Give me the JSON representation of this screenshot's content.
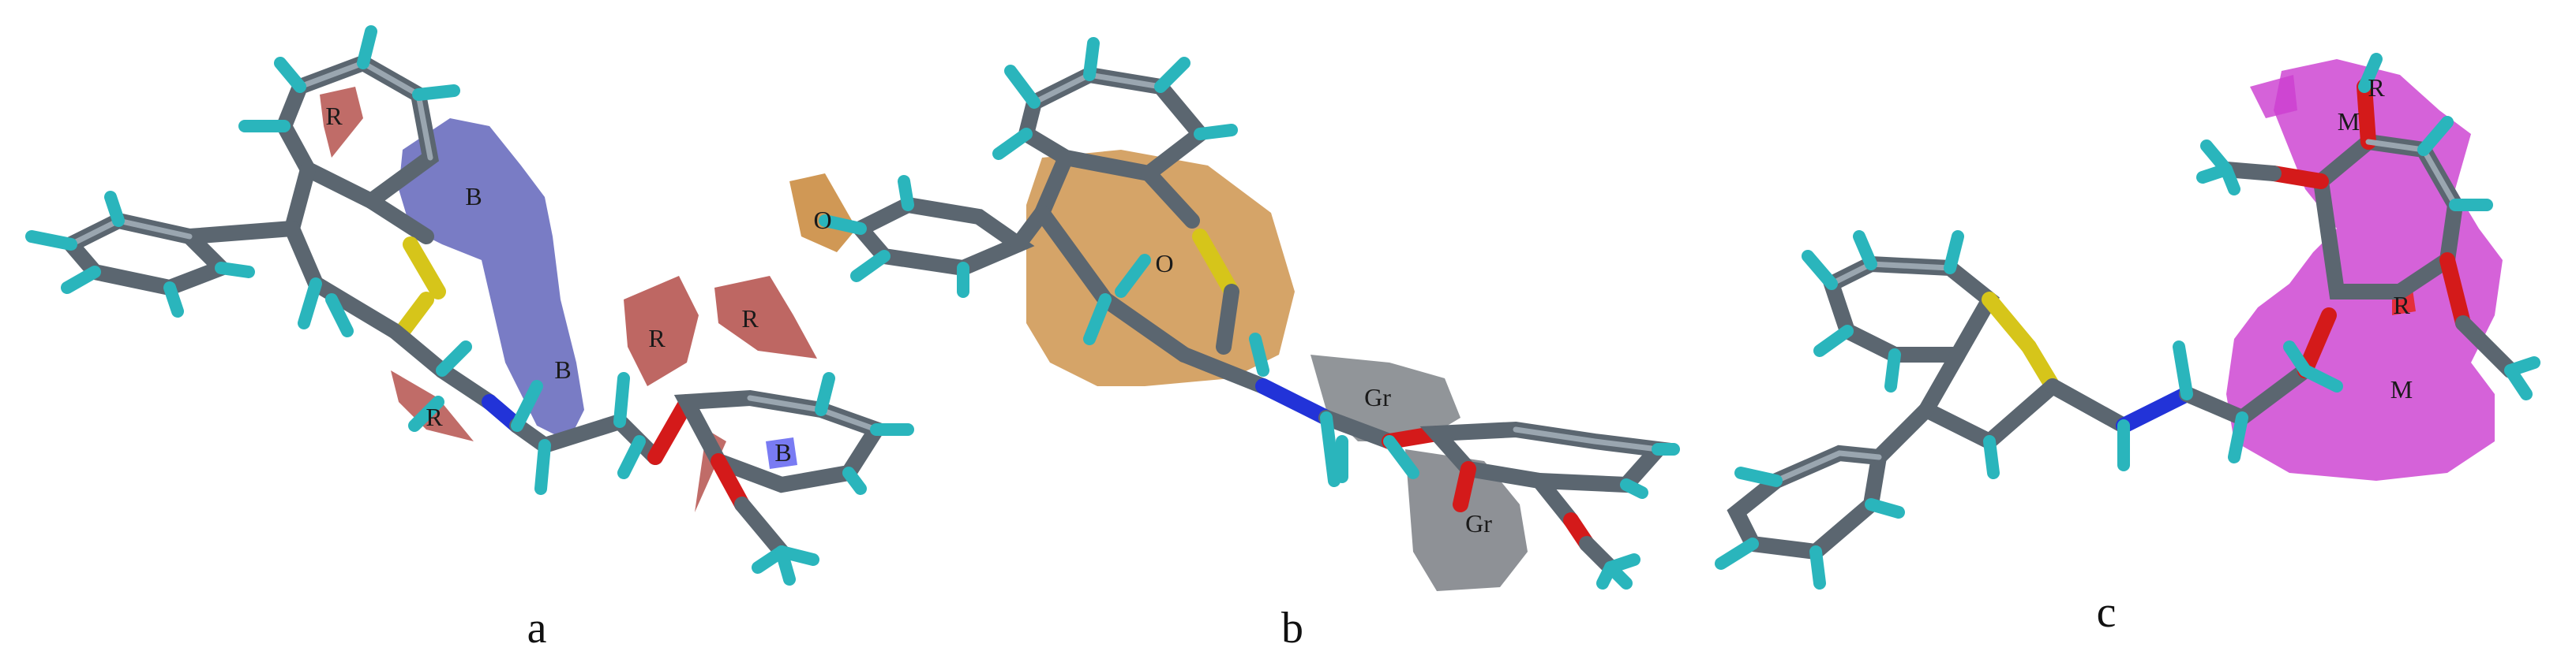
{
  "figure": {
    "panels": [
      {
        "id": "a",
        "label": "a",
        "field_labels": [
          "R",
          "B",
          "B",
          "R",
          "R",
          "R",
          "B"
        ],
        "field_colors": {
          "R": "#b5524d",
          "B": "#5b5fb8"
        }
      },
      {
        "id": "b",
        "label": "b",
        "field_labels": [
          "O",
          "O",
          "Gr",
          "Gr"
        ],
        "field_colors": {
          "O": "#c98a3e",
          "Gr": "#7e8287"
        }
      },
      {
        "id": "c",
        "label": "c",
        "field_labels": [
          "R",
          "M",
          "R",
          "M"
        ],
        "field_colors": {
          "M": "#cc3fd1",
          "R": "#c23a3a"
        }
      }
    ],
    "atom_colors": {
      "C": "#5b6670",
      "H": "#2ab5bc",
      "S": "#d6c51a",
      "N": "#2233d8",
      "O": "#d41a1a"
    }
  }
}
